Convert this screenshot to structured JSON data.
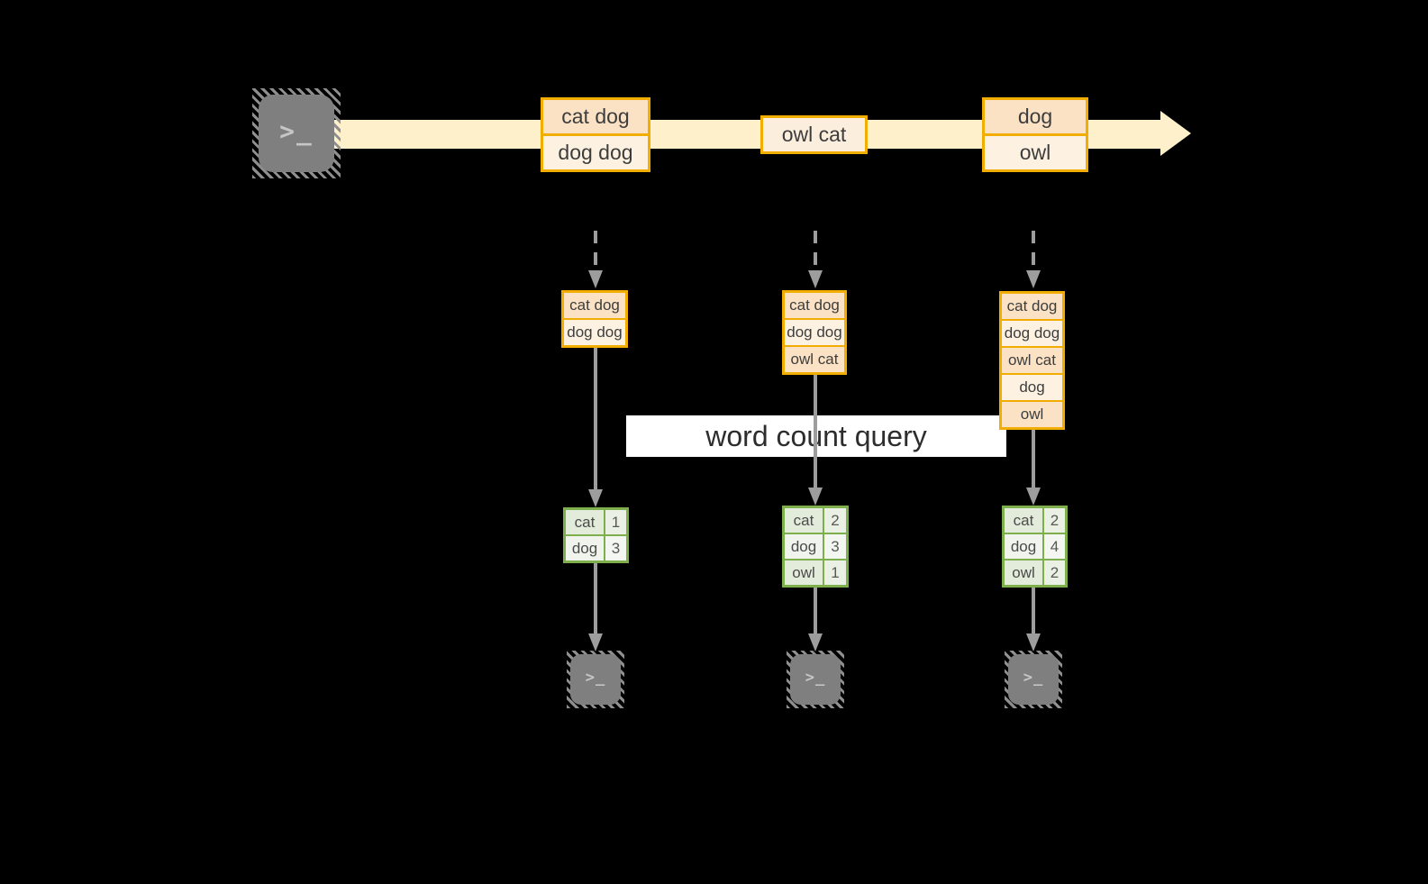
{
  "label": {
    "text": "word count query"
  },
  "icons": {
    "terminal_glyph": ">_"
  },
  "stream": {
    "batches": [
      [
        "cat dog",
        "dog dog"
      ],
      [
        "owl cat"
      ],
      [
        "dog",
        "owl"
      ]
    ]
  },
  "columns": [
    {
      "state_rows": [
        "cat dog",
        "dog dog"
      ],
      "counts": [
        [
          "cat",
          "1"
        ],
        [
          "dog",
          "3"
        ]
      ]
    },
    {
      "state_rows": [
        "cat dog",
        "dog dog",
        "owl cat"
      ],
      "counts": [
        [
          "cat",
          "2"
        ],
        [
          "dog",
          "3"
        ],
        [
          "owl",
          "1"
        ]
      ]
    },
    {
      "state_rows": [
        "cat dog",
        "dog dog",
        "owl cat",
        "dog",
        "owl"
      ],
      "counts": [
        [
          "cat",
          "2"
        ],
        [
          "dog",
          "4"
        ],
        [
          "owl",
          "2"
        ]
      ]
    }
  ],
  "colors": {
    "background": "#000000",
    "stream_arrow": "#fdf0ca",
    "box_border": "#f2ae00",
    "box_fill_dark": "#fbe2c4",
    "box_fill_light": "#fdf2e1",
    "table_border": "#7db04c",
    "table_fill_dark": "#e3ebda",
    "table_fill_light": "#f0f4ec",
    "connector_gray": "#9d9d9d",
    "label_background": "#ffffff",
    "terminal_gray": "#7f7f7f"
  }
}
